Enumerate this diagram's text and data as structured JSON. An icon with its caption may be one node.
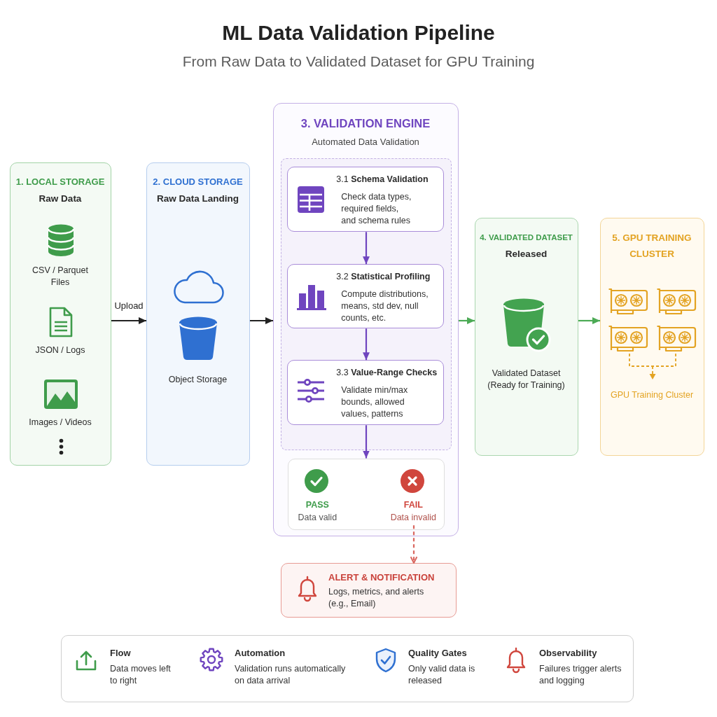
{
  "diagram": {
    "title": "ML Data Validation Pipeline",
    "nodes": [
      {
        "text": [
          "1. LOCAL STORAGE",
          "Raw Data",
          "CSV / Parquet Files",
          "JSON / Logs",
          "Images / Videos"
        ]
      },
      {
        "text": [
          "2. CLOUD STORAGE",
          "Raw Data Landing",
          "Object Storage"
        ]
      },
      {
        "text": [
          "3. VALIDATION ENGINE",
          "Automated Data Validation"
        ]
      },
      {
        "text": [],
        "shape": "box",
        "in": 2
      },
      {
        "text": [
          "3.1 **Schema Validation**",
          "Check data types, required fields, and schema rules"
        ],
        "in": 3
      },
      {
        "text": [
          "3.2 **Statistical Profiling**",
          "Compute distributions, means, std dev, null counts, etc."
        ],
        "in": 3
      },
      {
        "text": [
          "3.3 **Value-Range Checks**",
          "Validate min/max bounds, allowed values, patterns"
        ],
        "in": 3
      },
      {
        "text": [],
        "shape": "box",
        "in": 2
      },
      {
        "text": [
          "PASS",
          "Data valid"
        ],
        "in": 7
      },
      {
        "text": [
          "FAIL",
          "Data invalid"
        ],
        "in": 7
      },
      {
        "text": [
          "ALERT & NOTIFICATION",
          "Logs, metrics, and alerts (e.g., Email)"
        ]
      },
      {
        "text": [
          "4. VALIDATED DATASET",
          "Released",
          "Validated Dataset (Ready for Training)"
        ]
      },
      {
        "text": [
          "5. GPU TRAINING CLUSTER",
          "GPU Training Cluster"
        ]
      }
    ],
    "edges": [
      {
        "from": 0,
        "to": 1,
        "arrow": "to",
        "label": "Upload",
        "color": "#222222"
      },
      {
        "from": 1,
        "to": 2,
        "arrow": "to",
        "color": "#222222"
      },
      {
        "from": 4,
        "to": 5,
        "arrow": "to",
        "color": "#6f45bf"
      },
      {
        "from": 5,
        "to": 6,
        "arrow": "to",
        "color": "#6f45bf"
      },
      {
        "from": 6,
        "to": 7,
        "arrow": "to",
        "color": "#6f45bf"
      },
      {
        "from": 9,
        "to": 10,
        "arrow": "to",
        "style": "dashed",
        "color": "#d9675f"
      },
      {
        "from": 2,
        "to": 11,
        "arrow": "to",
        "color": "#4caa55"
      },
      {
        "from": 11,
        "to": 12,
        "arrow": "to",
        "color": "#4caa55"
      }
    ],
    "labels": [
      "From Raw Data to Validated Dataset for GPU Training",
      "Flow",
      "Data moves left to right",
      "Automation",
      "Validation runs automatically on data arrival",
      "Quality Gates",
      "Only valid data is released",
      "Observability",
      "Failures trigger alerts and logging"
    ]
  }
}
